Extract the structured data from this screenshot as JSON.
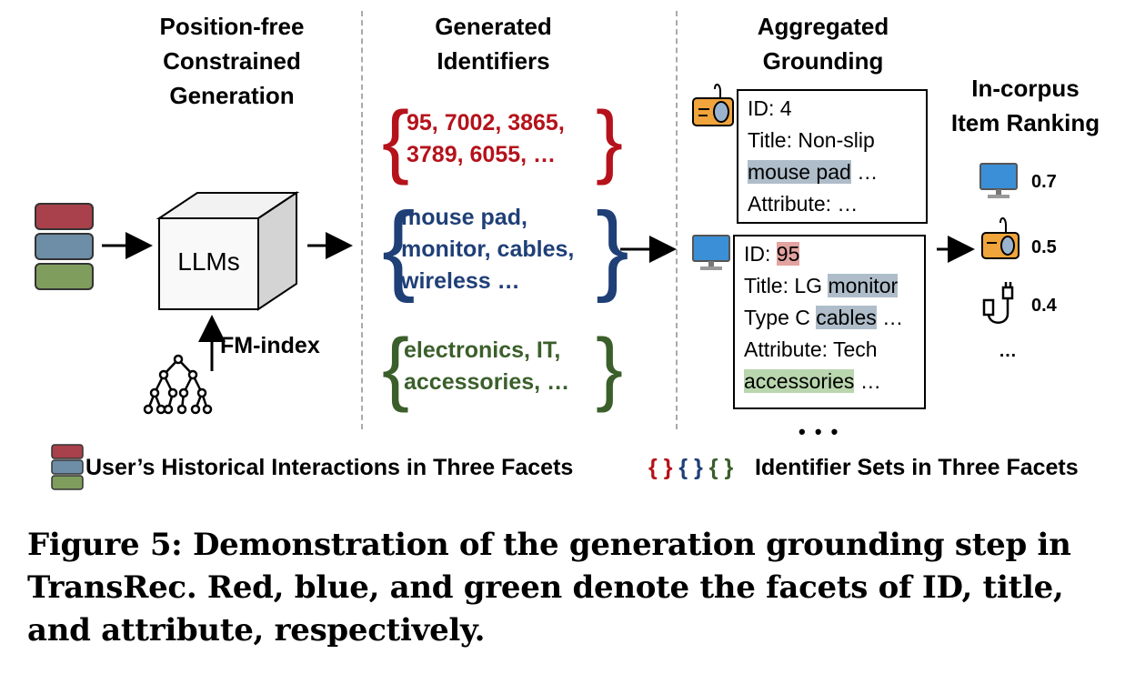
{
  "columns": {
    "generation": "Position-free\nConstrained\nGeneration",
    "identifiers": "Generated\nIdentifiers",
    "grounding": "Aggregated\nGrounding",
    "ranking": "In-corpus\nItem Ranking"
  },
  "llm_label": "LLMs",
  "fm_index_label": "FM-index",
  "identifier_sets": {
    "id": "95, 7002, 3865,\n3789, 6055, …",
    "title": "mouse pad,\nmonitor, cables,\nwireless …",
    "attribute": "electronics, IT,\naccessories, …"
  },
  "card1": {
    "id_prefix": "ID: ",
    "id_value": "4",
    "title_prefix": "Title: Non-slip",
    "title_hl": "mouse pad",
    "title_rest": " …",
    "attr": "Attribute: …"
  },
  "card2": {
    "id_prefix": "ID: ",
    "id_value": "95",
    "title_prefix": "Title: LG ",
    "title_hl": "monitor",
    "type_prefix": "Type C ",
    "type_hl": "cables",
    "type_rest": " …",
    "attr_prefix": "Attribute: Tech",
    "attr_hl": "accessories",
    "attr_rest": " …"
  },
  "more_dots": "• • •",
  "ranking": [
    {
      "icon": "monitor-icon",
      "score": "0.7"
    },
    {
      "icon": "mouse-icon",
      "score": "0.5"
    },
    {
      "icon": "cable-icon",
      "score": "0.4"
    }
  ],
  "ranking_more": "…",
  "legend": {
    "history": "User’s Historical Interactions in Three Facets",
    "sets": "Identifier Sets in Three Facets",
    "brace_open": "{",
    "brace_close": "}"
  },
  "caption": "Figure 5: Demonstration of the generation grounding step in\nTransRec. Red, blue, and green denote the facets of ID, title,\nand attribute, respectively.",
  "colors": {
    "red": "#b5121b",
    "blue": "#1f3f77",
    "green": "#3b5f2b",
    "hl_blue": "#aebdc9",
    "hl_green": "#b9d6ae",
    "hl_red": "#e3a3a0"
  }
}
